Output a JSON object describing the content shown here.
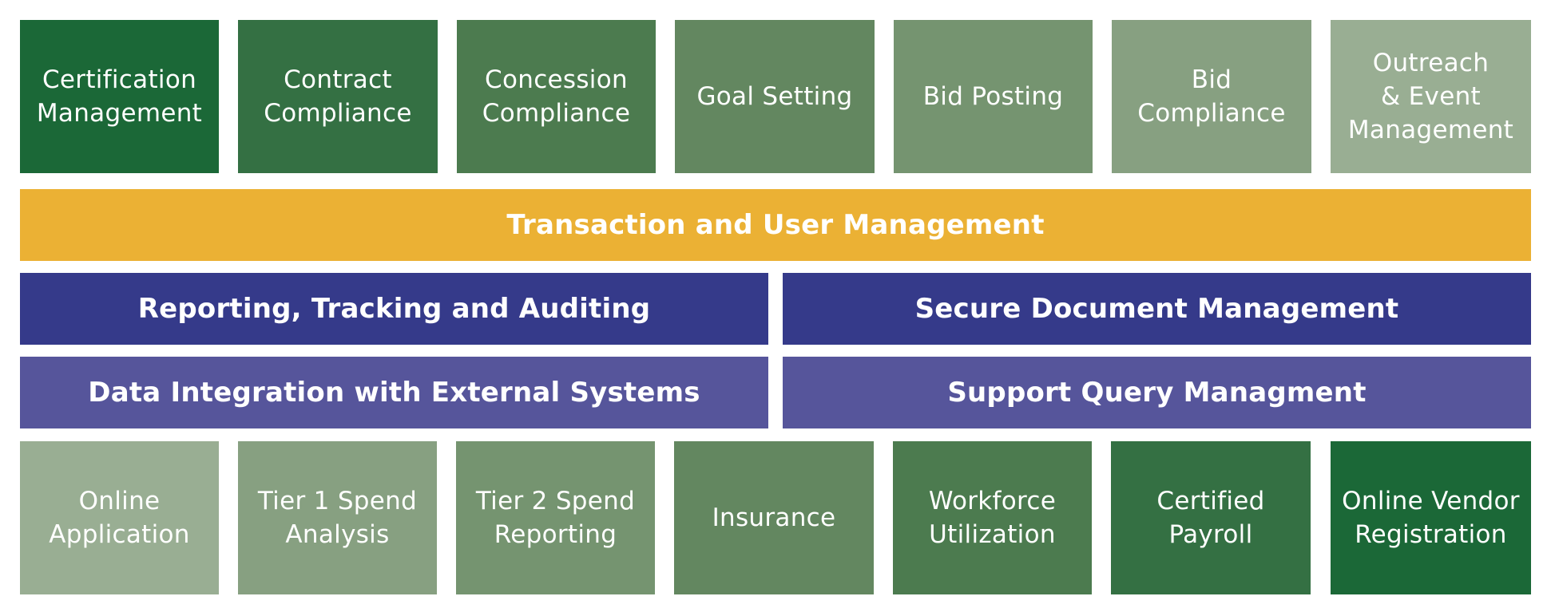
{
  "top_modules": [
    {
      "label": "Certification\nManagement",
      "color": "#1b6837"
    },
    {
      "label": "Contract\nCompliance",
      "color": "#347043"
    },
    {
      "label": "Concession\nCompliance",
      "color": "#4c7b4f"
    },
    {
      "label": "Goal Setting",
      "color": "#638760"
    },
    {
      "label": "Bid Posting",
      "color": "#759470"
    },
    {
      "label": "Bid\nCompliance",
      "color": "#87a081"
    },
    {
      "label": "Outreach\n& Event\nManagement",
      "color": "#99ae93"
    }
  ],
  "platform": {
    "transaction": {
      "label": "Transaction and User Management",
      "color": "#ebb134"
    },
    "reporting": {
      "label": "Reporting, Tracking and Auditing",
      "color": "#353a8a"
    },
    "secure_docs": {
      "label": "Secure Document Management",
      "color": "#353a8a"
    },
    "data_integration": {
      "label": "Data Integration with External Systems",
      "color": "#56559b"
    },
    "support_query": {
      "label": "Support Query Managment",
      "color": "#56559b"
    }
  },
  "bottom_modules": [
    {
      "label": "Online\nApplication",
      "color": "#99ae93"
    },
    {
      "label": "Tier 1 Spend\nAnalysis",
      "color": "#87a081"
    },
    {
      "label": "Tier 2 Spend\nReporting",
      "color": "#759470"
    },
    {
      "label": "Insurance",
      "color": "#638760"
    },
    {
      "label": "Workforce\nUtilization",
      "color": "#4c7b4f"
    },
    {
      "label": "Certified\nPayroll",
      "color": "#347043"
    },
    {
      "label": "Online Vendor\nRegistration",
      "color": "#1b6837"
    }
  ]
}
